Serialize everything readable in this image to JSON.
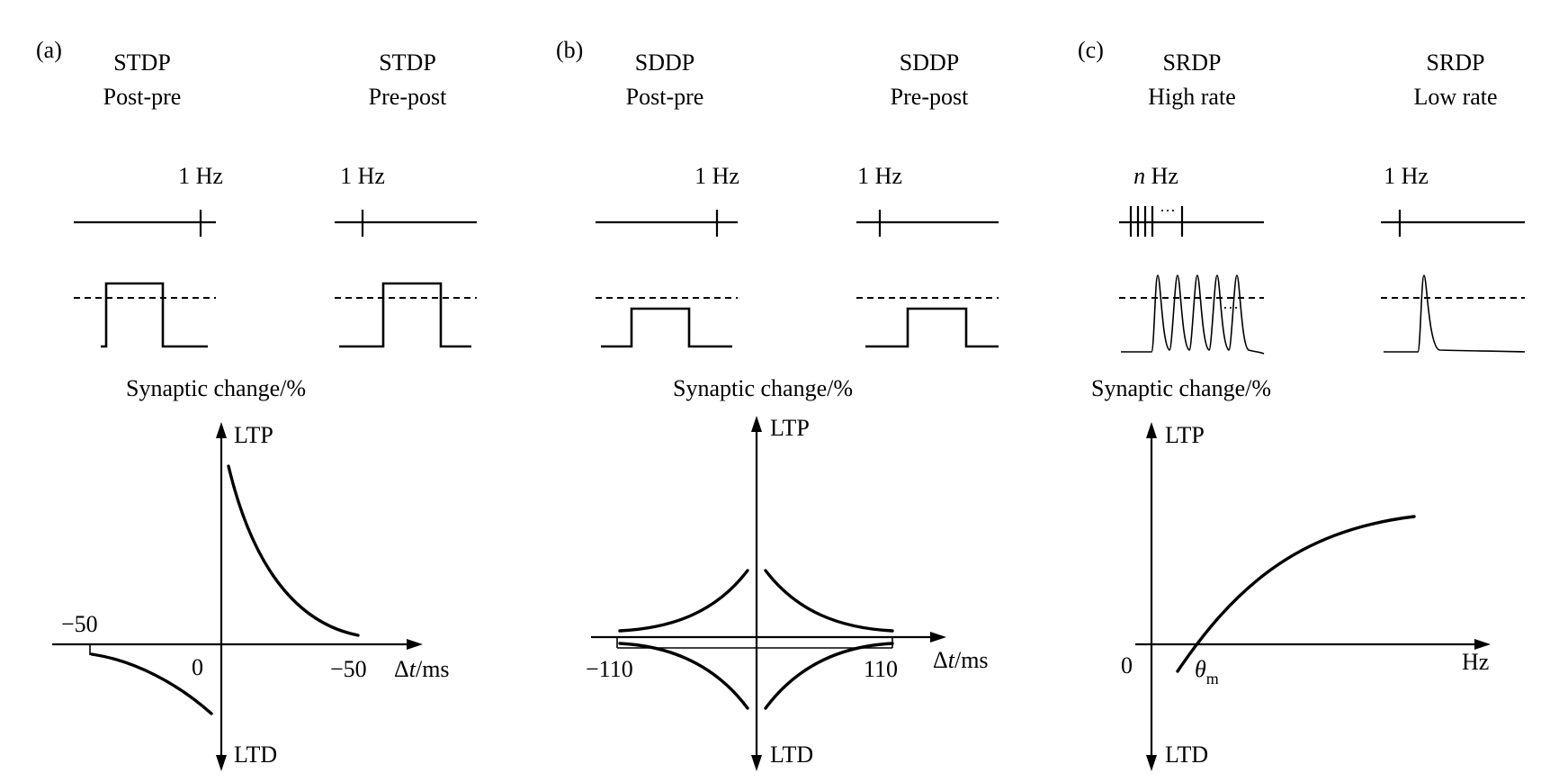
{
  "panels": [
    {
      "label": "(a)",
      "left_title": [
        "STDP",
        "Post-pre"
      ],
      "right_title": [
        "STDP",
        "Pre-post"
      ],
      "left_freq": "1 Hz",
      "right_freq": "1 Hz",
      "axis_title": "Synaptic change/%",
      "ltp": "LTP",
      "ltd": "LTD",
      "tick_left": "−50",
      "zero": "0",
      "tick_right": "−50",
      "x_label_prefix": "Δ",
      "x_label_italic": "t",
      "x_label_suffix": "/ms"
    },
    {
      "label": "(b)",
      "left_title": [
        "SDDP",
        "Post-pre"
      ],
      "right_title": [
        "SDDP",
        "Pre-post"
      ],
      "left_freq": "1 Hz",
      "right_freq": "1 Hz",
      "axis_title": "Synaptic change/%",
      "ltp": "LTP",
      "ltd": "LTD",
      "tick_left": "−110",
      "tick_right": "110",
      "x_label_prefix": "Δ",
      "x_label_italic": "t",
      "x_label_suffix": "/ms"
    },
    {
      "label": "(c)",
      "left_title": [
        "SRDP",
        "High rate"
      ],
      "right_title": [
        "SRDP",
        "Low rate"
      ],
      "left_freq_italic": "n",
      "left_freq_suffix": " Hz",
      "right_freq": "1 Hz",
      "dots": "···",
      "axis_title": "Synaptic change/%",
      "ltp": "LTP",
      "ltd": "LTD",
      "zero": "0",
      "theta_main": "θ",
      "theta_sub": "m",
      "x_label": "Hz"
    }
  ]
}
